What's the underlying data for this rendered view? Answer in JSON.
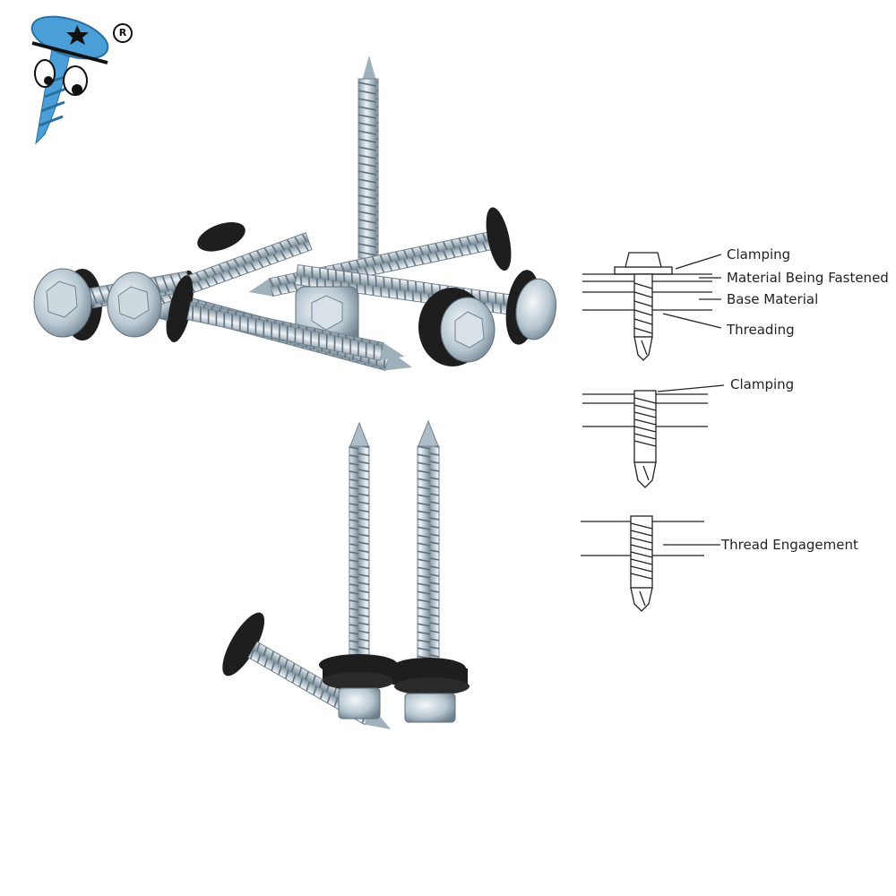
{
  "brand": {
    "logo_icon": "cartoon-screw-mascot-icon",
    "trademark_symbol": "R",
    "accent_color": "#4a9fd8"
  },
  "colors": {
    "metal_light": "#dfe8ee",
    "metal_mid": "#aebdc7",
    "metal_dark": "#6f8290",
    "washer": "#1e1e1e",
    "diagram_line": "#222222"
  },
  "diagram": {
    "labels": {
      "clamping_1": "Clamping",
      "material_fastened": "Material Being Fastened",
      "base_material": "Base Material",
      "threading": "Threading",
      "clamping_2": "Clamping",
      "thread_engagement": "Thread Engagement"
    }
  }
}
